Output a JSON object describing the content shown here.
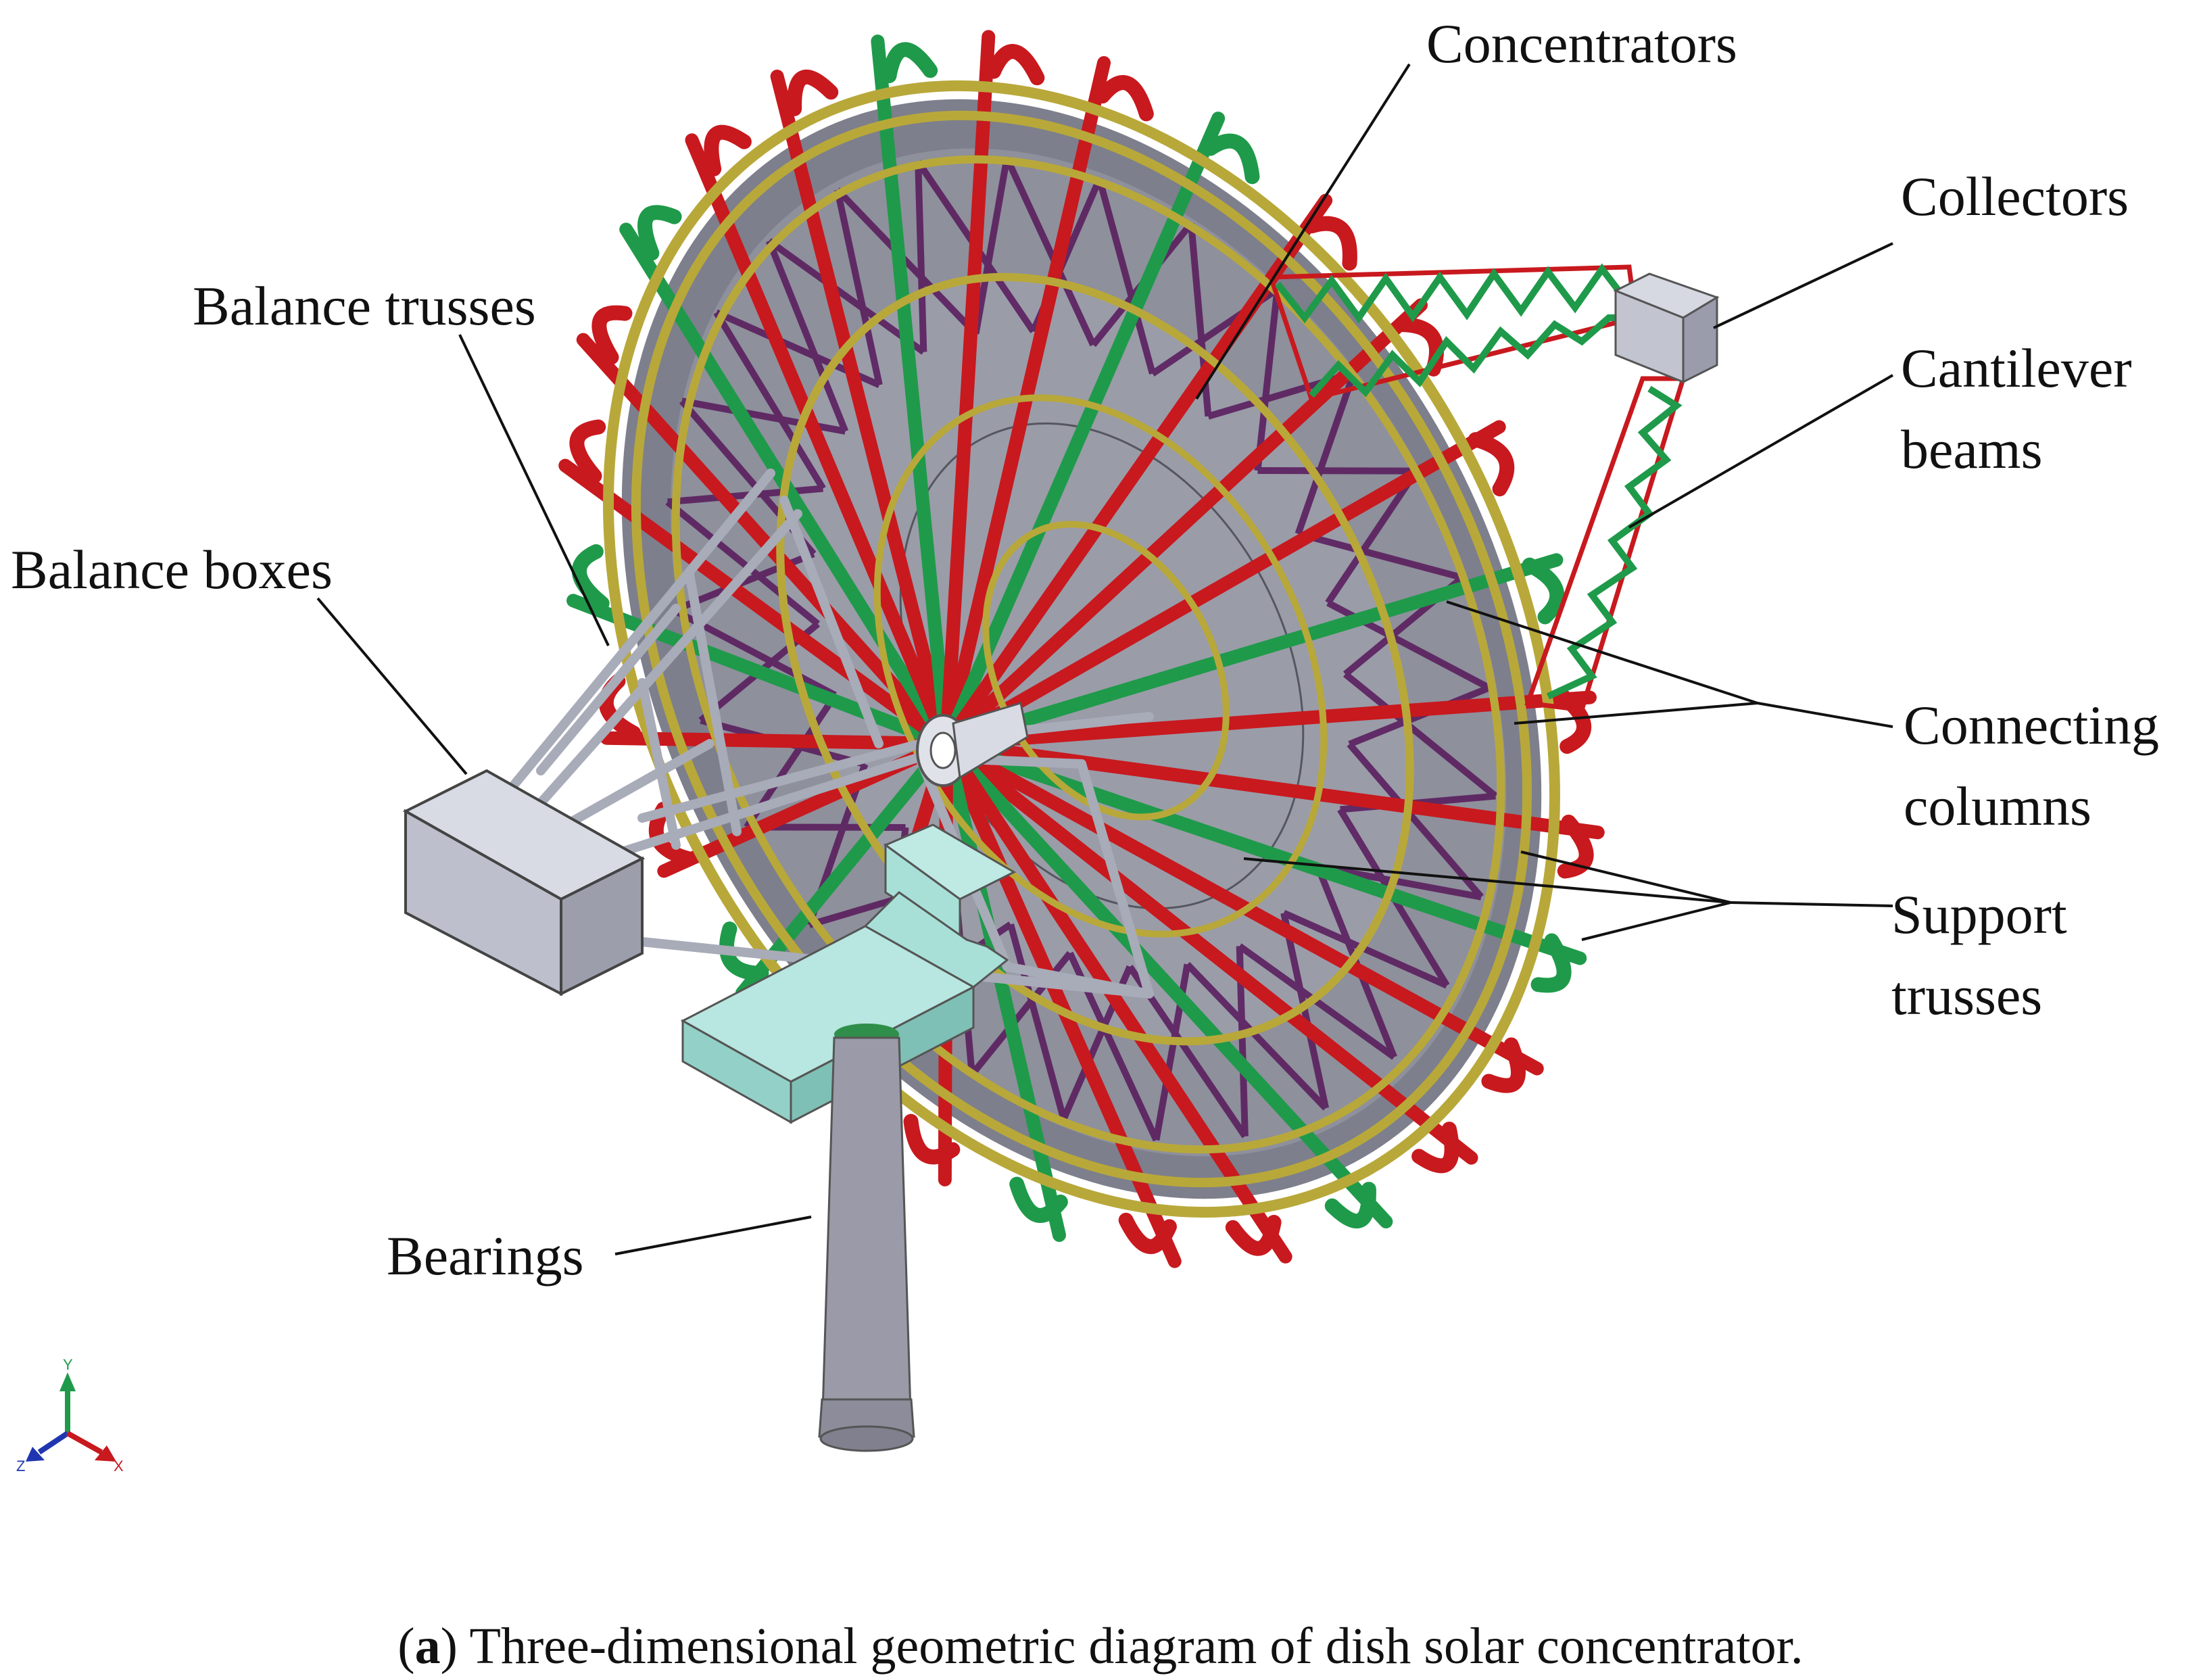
{
  "labels": {
    "concentrators": "Concentrators",
    "collectors": "Collectors",
    "cantilever_line1": "Cantilever",
    "cantilever_line2": "beams",
    "balance_trusses": "Balance trusses",
    "balance_boxes": "Balance boxes",
    "connecting_line1": "Connecting",
    "connecting_line2": "columns",
    "support_line1": "Support",
    "support_line2": "trusses",
    "bearings": "Bearings"
  },
  "axes_triad": {
    "y": "Y",
    "z": "Z",
    "x": "X"
  },
  "caption": {
    "tag": "a",
    "text": " Three-dimensional geometric diagram of dish solar concentrator."
  },
  "colors": {
    "rim_yellow": "#b8a83a",
    "red_truss": "#c8191e",
    "green_truss": "#1f9a4a",
    "purple_truss": "#5a1f5f",
    "dish_gray": "#8f8f9a",
    "steel_gray": "#a8abb8",
    "box_gray": "#b8bac8",
    "teal_mount": "#a8e0d8",
    "pillar_gray": "#9a9aa8"
  }
}
